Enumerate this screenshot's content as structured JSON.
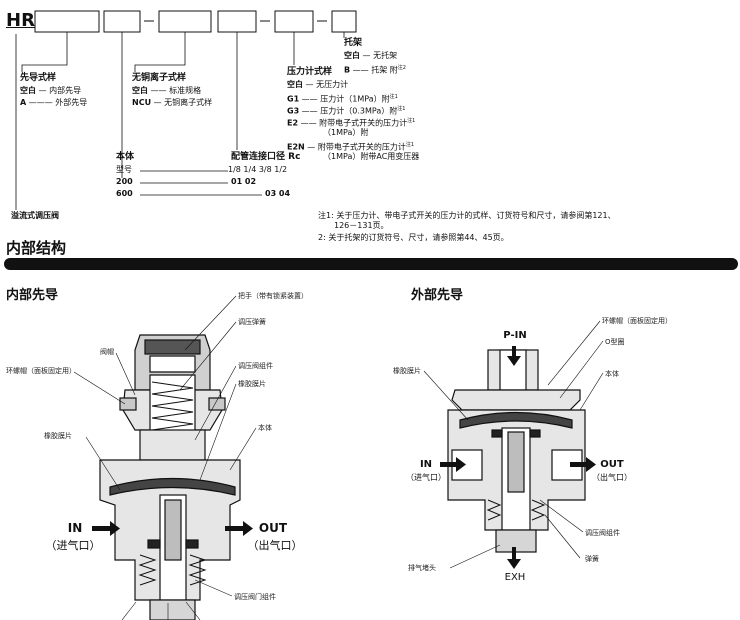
{
  "model": {
    "prefix": "HR",
    "title_base": "溢流式调压阀",
    "pilot": {
      "title": "先导式样",
      "options": [
        {
          "code": "空白",
          "desc": "内部先导"
        },
        {
          "code": "A",
          "desc": "外部先导"
        }
      ]
    },
    "ion": {
      "title": "无铜离子式样",
      "options": [
        {
          "code": "空白",
          "desc": "标准规格"
        },
        {
          "code": "NCU",
          "desc": "无铜离子式样"
        }
      ]
    },
    "body": {
      "title": "本体",
      "type_label": "型号",
      "rows": [
        "200",
        "600"
      ]
    },
    "port": {
      "title": "配管连接口径 Rc",
      "sizes": "1/8 1/4 3/8 1/2",
      "row200": "01  02",
      "row600": "03  04"
    },
    "gauge": {
      "title": "压力计式样",
      "options": [
        {
          "code": "空白",
          "desc": "无压力计",
          "note": ""
        },
        {
          "code": "G1",
          "desc": "压力计（1MPa）附",
          "note": "注1"
        },
        {
          "code": "G3",
          "desc": "压力计（0.3MPa）附",
          "note": "注1"
        },
        {
          "code": "E2",
          "desc": "附带电子式开关的压力计",
          "note": "注1"
        },
        {
          "code": "",
          "desc": "（1MPa）附",
          "note": ""
        },
        {
          "code": "E2N",
          "desc": "附带电子式开关的压力计",
          "note": "注1"
        },
        {
          "code": "",
          "desc": "（1MPa）附带AC用变压器",
          "note": ""
        }
      ]
    },
    "bracket": {
      "title": "托架",
      "options": [
        {
          "code": "空白",
          "desc": "无托架",
          "note": ""
        },
        {
          "code": "B",
          "desc": "托架 附",
          "note": "注2"
        }
      ]
    }
  },
  "notes": [
    "注1:  关于压力计、带电子式开关的压力计的式样、订货符号和尺寸，请参阅第121、",
    "126－131页。",
    "2:  关于托架的订货符号、尺寸，请参照第44、45页。"
  ],
  "section_title": "内部结构",
  "internal": {
    "title": "内部先导",
    "labels": {
      "handle": "把手（带有锁紧装置）",
      "spring": "调压弹簧",
      "bonnet": "阀帽",
      "ring_nut": "环螺帽（面板固定用）",
      "reg_assy": "调压阀组件",
      "diaphragm_r": "橡胶膜片",
      "diaphragm_l": "橡胶膜片",
      "body": "本体",
      "valve_assy": "调压阀门组件"
    },
    "in_label": "IN",
    "in_sub": "（进气口）",
    "out_label": "OUT",
    "out_sub": "（出气口）"
  },
  "external": {
    "title": "外部先导",
    "labels": {
      "ring_nut": "环螺帽（面板固定用）",
      "oring": "O型圈",
      "body": "本体",
      "diaphragm": "橡胶膜片",
      "reg_assy": "调压阀组件",
      "exhaust_plug": "排气堵头",
      "spring": "弹簧"
    },
    "pin": "P-IN",
    "in_label": "IN",
    "in_sub": "（进气口）",
    "out_label": "OUT",
    "out_sub": "（出气口）",
    "exh": "EXH"
  },
  "colors": {
    "ink": "#111111",
    "fill_light": "#e6e6e6",
    "fill_mid": "#c8c8c8",
    "fill_dark": "#555555"
  }
}
